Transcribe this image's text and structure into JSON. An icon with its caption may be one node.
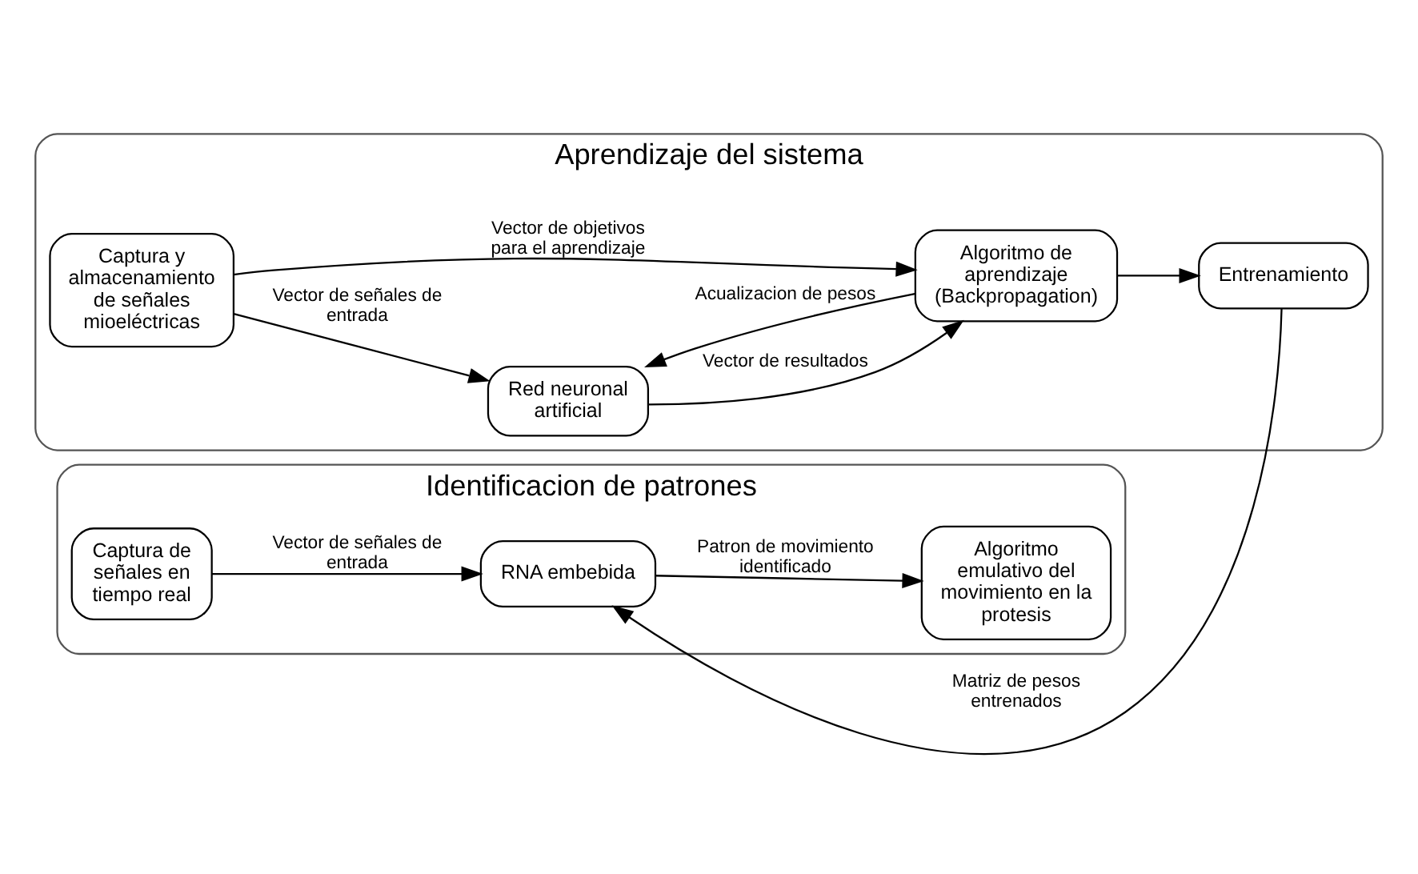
{
  "diagram": {
    "nodes": [
      {
        "text": [
          "Aprendizaje del sistema"
        ]
      },
      {
        "text": [
          "Captura y almacenamiento de señales mioeléctricas"
        ],
        "in": 0
      },
      {
        "text": [
          "Red neuronal artificial"
        ],
        "in": 0
      },
      {
        "text": [
          "Algoritmo de aprendizaje (Backpropagation)"
        ],
        "in": 0
      },
      {
        "text": [
          "Entrenamiento"
        ],
        "in": 0
      },
      {
        "text": [
          "Identificacion de patrones"
        ]
      },
      {
        "text": [
          "Captura de señales en tiempo real"
        ],
        "in": 5
      },
      {
        "text": [
          "Algoritmo emulativo del movimiento en la protesis"
        ],
        "in": 5
      },
      {
        "text": [
          "RNA embebida"
        ],
        "in": 5
      }
    ],
    "edges": [
      {
        "from": 1,
        "to": 2,
        "arrow": "to",
        "label": "Vector de señales de entrada"
      },
      {
        "from": 2,
        "to": 3,
        "arrow": "to",
        "label": "Vector de resultados"
      },
      {
        "from": 3,
        "to": 4,
        "arrow": "to"
      },
      {
        "from": 1,
        "to": 3,
        "arrow": "to",
        "label": "Vector de objetivos para el aprendizaje"
      },
      {
        "from": 3,
        "to": 2,
        "arrow": "to",
        "label": "Acualizacion de pesos"
      },
      {
        "from": 6,
        "to": 8,
        "arrow": "to",
        "label": "Vector de señales de entrada"
      },
      {
        "from": 8,
        "to": 7,
        "arrow": "to",
        "label": "Patron de movimiento identificado"
      },
      {
        "from": 4,
        "to": 8,
        "arrow": "to",
        "label": "Matriz de pesos entrenados"
      }
    ]
  }
}
